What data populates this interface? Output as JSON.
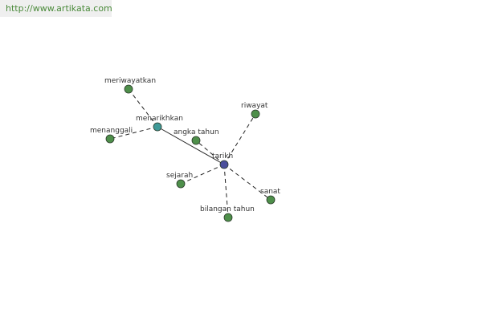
{
  "watermark": {
    "url_text": "http://www.artikata.com"
  },
  "graph": {
    "nodes": [
      {
        "id": "tarikh",
        "label": "tarikh",
        "kind": "center",
        "color": "#4b4f9c"
      },
      {
        "id": "menarikhkan",
        "label": "menarikhkan",
        "kind": "hub",
        "color": "#3f9a98"
      },
      {
        "id": "meriwayatkan",
        "label": "meriwayatkan",
        "kind": "leaf",
        "color": "#4e8f4a"
      },
      {
        "id": "menanggali",
        "label": "menanggali",
        "kind": "leaf",
        "color": "#4e8f4a"
      },
      {
        "id": "angka-tahun",
        "label": "angka tahun",
        "kind": "leaf",
        "color": "#4e8f4a"
      },
      {
        "id": "riwayat",
        "label": "riwayat",
        "kind": "leaf",
        "color": "#4e8f4a"
      },
      {
        "id": "sejarah",
        "label": "sejarah",
        "kind": "leaf",
        "color": "#4e8f4a"
      },
      {
        "id": "sanat",
        "label": "sanat",
        "kind": "leaf",
        "color": "#4e8f4a"
      },
      {
        "id": "bilangan-tahun",
        "label": "bilangan tahun",
        "kind": "leaf",
        "color": "#4e8f4a"
      }
    ],
    "edges": [
      {
        "from": "tarikh",
        "to": "menarikhkan",
        "style": "solid"
      },
      {
        "from": "tarikh",
        "to": "angka-tahun",
        "style": "dashed"
      },
      {
        "from": "tarikh",
        "to": "riwayat",
        "style": "dashed"
      },
      {
        "from": "tarikh",
        "to": "sejarah",
        "style": "dashed"
      },
      {
        "from": "tarikh",
        "to": "sanat",
        "style": "dashed"
      },
      {
        "from": "tarikh",
        "to": "bilangan-tahun",
        "style": "dashed"
      },
      {
        "from": "menarikhkan",
        "to": "meriwayatkan",
        "style": "dashed"
      },
      {
        "from": "menarikhkan",
        "to": "menanggali",
        "style": "dashed"
      }
    ]
  }
}
